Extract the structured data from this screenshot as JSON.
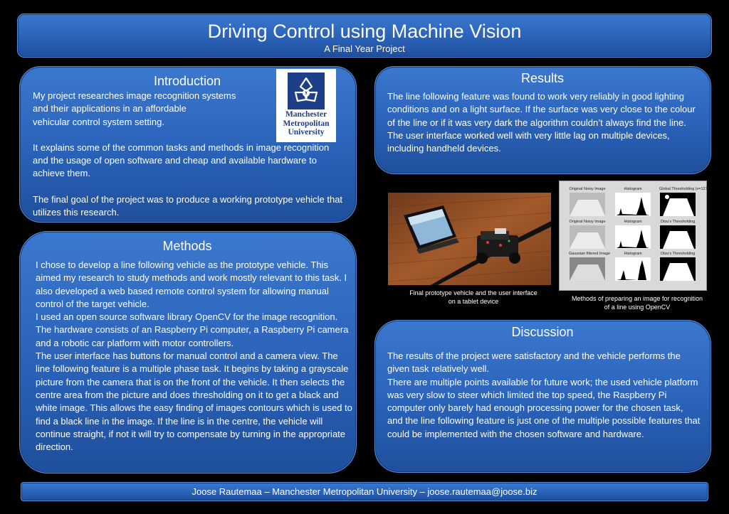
{
  "header": {
    "title": "Driving Control using Machine Vision",
    "subtitle": "A Final Year Project"
  },
  "logo": {
    "line1": "Manchester",
    "line2": "Metropolitan",
    "line3": "University"
  },
  "introduction": {
    "title": "Introduction",
    "p1_lines": [
      "My project researches image recognition systems",
      "and their applications in an affordable",
      "vehicular control system setting."
    ],
    "p2": "It explains some of the common tasks and methods in image recognition and the usage of open software and cheap and available hardware to achieve them.",
    "p3": "The final goal of the project was to produce a working prototype vehicle that utilizes this research."
  },
  "methods": {
    "title": "Methods",
    "p1": "I chose to develop a line following vehicle as the prototype vehicle. This aimed my research to study methods and work mostly relevant to this task. I also developed a web based remote control system for allowing manual control of the target vehicle.",
    "p2": "I used an open source software library OpenCV for the image recognition. The hardware consists of an Raspberry Pi computer, a Raspberry Pi camera and a robotic car platform with motor controllers.",
    "p3": "The user interface has buttons for manual control and a camera view. The line following feature is a multiple phase task. It begins by taking a grayscale picture from the camera that is on the front of the vehicle. It then selects the centre area from the picture and does thresholding on it to get a black and white image. This allows the easy finding of images contours which is used to find a black line in the image. If the line is in the centre, the vehicle will continue straight, if not it will try to compensate by turning in the appropriate direction."
  },
  "results": {
    "title": "Results",
    "p1": "The line following feature was found to work very reliably in good lighting conditions and on a light surface. If the surface was very close to the colour of the line or if it was very dark the algorithm couldn’t always find the line.",
    "p2": "The user interface worked well with very little lag on multiple devices, including handheld devices."
  },
  "photo_caption": "Final prototype vehicle and the user interface on a tablet device",
  "figure": {
    "caption": "Methods of preparing an image for recognition of a line using OpenCV",
    "labels": [
      "Original Noisy Image",
      "Histogram",
      "Global Thresholding (v=127)",
      "Original Noisy Image",
      "Histogram",
      "Otsu's Thresholding",
      "Gaussian filtered Image",
      "Histogram",
      "Otsu's Thresholding"
    ]
  },
  "discussion": {
    "title": "Discussion",
    "p1": "The results of the project were satisfactory and the vehicle performs the given task relatively well.",
    "p2": "There are multiple points available for future work; the used vehicle platform was very slow to steer which limited the top speed, the Raspberry Pi computer only barely had enough processing power for the chosen task, and the line following feature is just one of the multiple possible features that could be implemented with the chosen software and hardware."
  },
  "footer": {
    "text": "Joose Rautemaa – Manchester Metropolitan University – joose.rautemaa@joose.biz"
  },
  "colors": {
    "panel": "#2a62b8",
    "background": "#000000",
    "logo_blue": "#1d3f87"
  }
}
